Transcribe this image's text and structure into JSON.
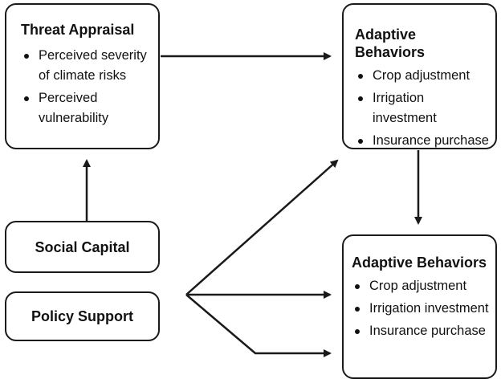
{
  "threat_appraisal": {
    "title": "Threat Appraisal",
    "items": [
      "Perceived severity of climate risks",
      "Perceived vulnerability"
    ]
  },
  "adaptive_top": {
    "title": "Adaptive Behaviors",
    "items": [
      "Crop adjustment",
      "Irrigation investment",
      "Insurance purchase"
    ]
  },
  "adaptive_bottom": {
    "title": "Adaptive Behaviors",
    "items": [
      "Crop adjustment",
      "Irrigation investment",
      "Insurance purchase"
    ]
  },
  "social_capital": {
    "label": "Social Capital"
  },
  "policy_support": {
    "label": "Policy Support"
  },
  "colors": {
    "stroke": "#1a1a1a",
    "background": "#ffffff"
  }
}
